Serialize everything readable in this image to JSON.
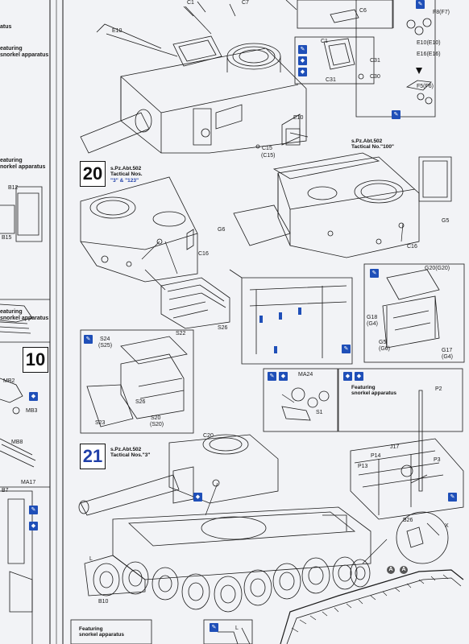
{
  "left_margin": {
    "fragment_1": "atus",
    "fragment_2": "eaturing",
    "fragment_3": "snorkel apparatus",
    "fragment_4": "eaturing",
    "fragment_5": "norkel apparatus",
    "fragment_6": "eaturing",
    "fragment_7": "snorkel apparatus"
  },
  "steps": {
    "step_10": "10",
    "step_20": "20",
    "step_21": "21"
  },
  "captions": {
    "step20_line1": "s.Pz.Abt.502",
    "step20_line2": "Tactical Nos.",
    "step20_line3": "\"3\" & \"123\"",
    "tank100_line1": "s.Pz.Abt.502",
    "tank100_line2": "Tactical No.\"100\"",
    "step21_line1": "s.Pz.Abt.502",
    "step21_line2": "Tactical Nos.\"3\"",
    "featuring_line1": "Featuring",
    "featuring_line2": "snorkel apparatus",
    "featuring_bottom_line1": "Featuring",
    "featuring_bottom_line2": "snorkel apparatus"
  },
  "part_labels": {
    "C1_top": "C1",
    "C7": "C7",
    "C6": "C6",
    "E10": "E10",
    "C1": "C1",
    "C31": "C31",
    "C31b": "C31",
    "C30": "C30",
    "F8": "F8(F7)",
    "E10b": "E10(E10)",
    "E16": "E16(E16)",
    "F5": "F5(F6)",
    "E10c": "E10",
    "C15": "C15",
    "C15b": "(C15)",
    "B12": "B12",
    "B15": "B15",
    "G6": "G6",
    "C16": "C16",
    "C16b": "C16",
    "G5": "G5",
    "G20": "G20(G20)",
    "G18": "G18",
    "G4": "(G4)",
    "G5b": "G5",
    "G6b": "(G6)",
    "G17": "G17",
    "G4b": "(G4)",
    "S26": "S26",
    "S24": "S24",
    "S25": "(S25)",
    "S22": "S22",
    "S26b": "S26",
    "S20": "S20",
    "S20b": "(S20)",
    "S23": "S23",
    "MB2": "MB2",
    "MB3": "MB3",
    "MB8": "MB8",
    "MA17": "MA17",
    "B7": "B7",
    "MA24": "MA24",
    "S1": "S1",
    "P2": "P2",
    "C20": "C20",
    "J17": "J17",
    "P14": "P14",
    "P13": "P13",
    "P3": "P3",
    "B26": "B26",
    "X": "X",
    "L": "L",
    "B10": "B10",
    "L2": "L",
    "A1": "A",
    "A2": "A"
  },
  "colors": {
    "accent_blue": "#1f4fb8",
    "line": "#111111",
    "paper": "#f2f3f6"
  }
}
